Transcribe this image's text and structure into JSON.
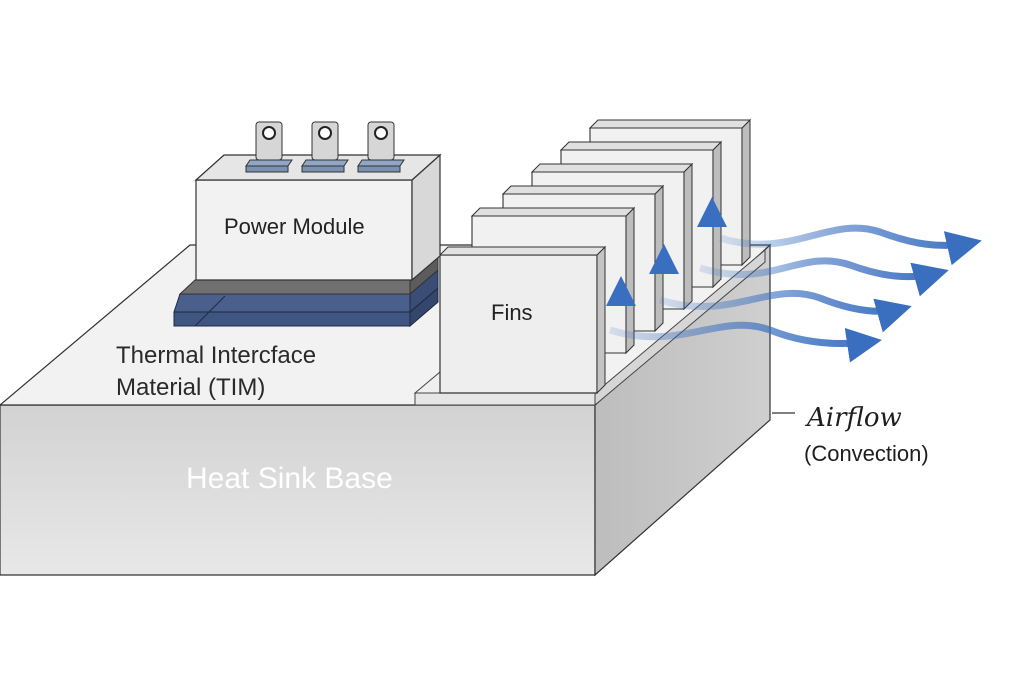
{
  "labels": {
    "power_module": "Power Module",
    "fins": "Fins",
    "tim_line1": "Thermal Intercface",
    "tim_line2": "Material (TIM)",
    "heat_sink_base": "Heat Sink Base",
    "airflow_line1": "Airflow",
    "airflow_line2": "(Convection)"
  },
  "colors": {
    "airflow_arrow": "#3a6fc0",
    "tim_layer": "#3f5683",
    "tim_top": "#707070",
    "terminal_tab": "#8fa6c4"
  }
}
